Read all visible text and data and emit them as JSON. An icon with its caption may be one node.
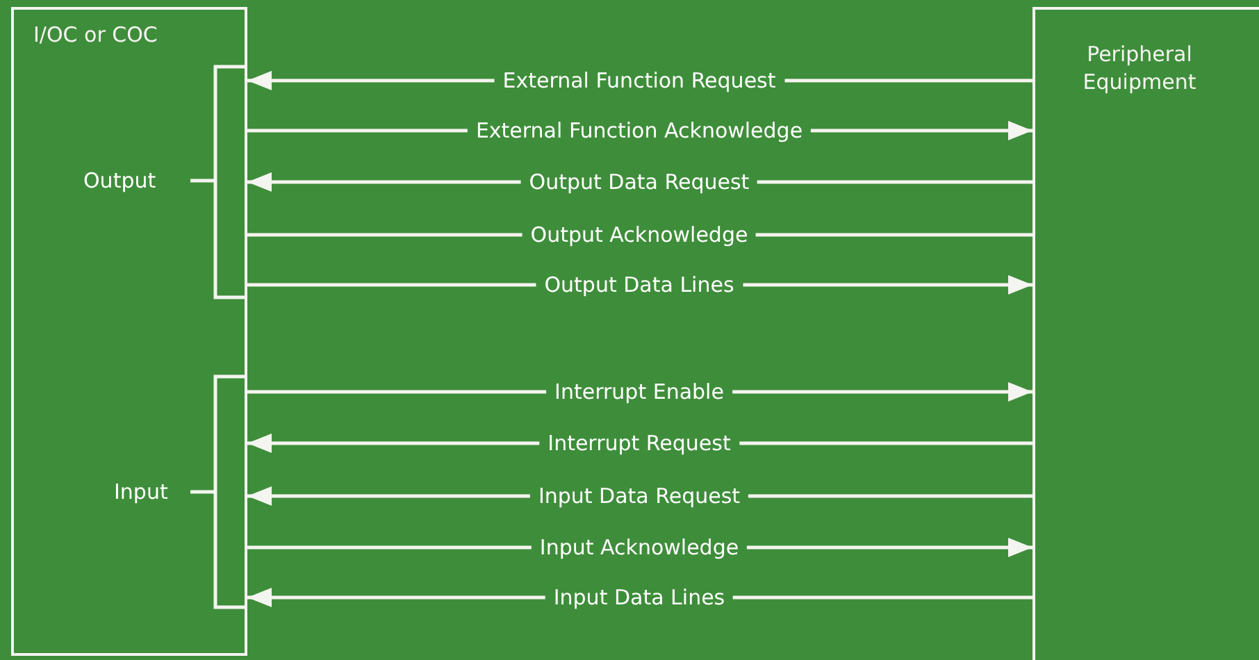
{
  "diagram": {
    "nodes": [
      {
        "text": [
          "I/OC or COC"
        ]
      },
      {
        "text": [
          "Peripheral Equipment"
        ]
      }
    ],
    "edges": [
      {
        "from": 1,
        "to": 0,
        "arrow": "to",
        "label": "External Function Request"
      },
      {
        "from": 0,
        "to": 1,
        "arrow": "to",
        "label": "External Function Acknowledge"
      },
      {
        "from": 1,
        "to": 0,
        "arrow": "to",
        "label": "Output Data Request"
      },
      {
        "from": 0,
        "to": 1,
        "arrow": "none",
        "label": "Output Acknowledge"
      },
      {
        "from": 0,
        "to": 1,
        "arrow": "to",
        "label": "Output Data Lines"
      },
      {
        "from": 0,
        "to": 1,
        "arrow": "to",
        "label": "Interrupt Enable"
      },
      {
        "from": 1,
        "to": 0,
        "arrow": "to",
        "label": "Interrupt Request"
      },
      {
        "from": 1,
        "to": 0,
        "arrow": "to",
        "label": "Input Data Request"
      },
      {
        "from": 0,
        "to": 1,
        "arrow": "to",
        "label": "Input Acknowledge"
      },
      {
        "from": 1,
        "to": 0,
        "arrow": "to",
        "label": "Input Data Lines"
      }
    ],
    "labels": [
      "Output",
      "Input"
    ]
  }
}
